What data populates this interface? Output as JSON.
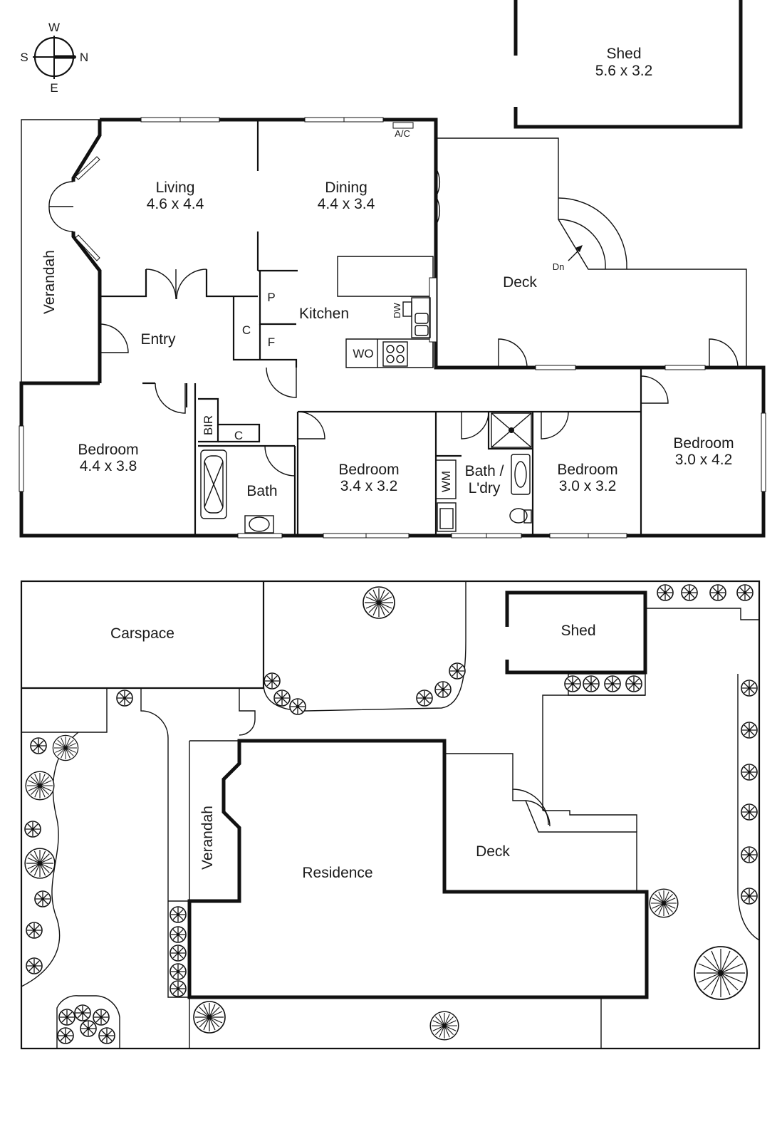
{
  "compass": {
    "north": "N",
    "south": "S",
    "east": "E",
    "west": "W"
  },
  "floor_plan": {
    "shed": {
      "name": "Shed",
      "size": "5.6 x 3.2"
    },
    "living": {
      "name": "Living",
      "size": "4.6 x 4.4"
    },
    "dining": {
      "name": "Dining",
      "size": "4.4 x 3.4"
    },
    "ac": "A/C",
    "deck": "Deck",
    "deck_down": "Dn",
    "verandah": "Verandah",
    "entry": "Entry",
    "kitchen": "Kitchen",
    "pantry": "P",
    "cupboard_c": "C",
    "fridge": "F",
    "dishwasher": "DW",
    "wall_oven": "WO",
    "bedroom_1": {
      "name": "Bedroom",
      "size": "4.4 x 3.8"
    },
    "bir": "BIR",
    "linen_c": "C",
    "bath": "Bath",
    "bedroom_2": {
      "name": "Bedroom",
      "size": "3.4 x 3.2"
    },
    "wm": "WM",
    "bath_laundry": {
      "line1": "Bath /",
      "line2": "L'dry"
    },
    "bedroom_3": {
      "name": "Bedroom",
      "size": "3.0 x 3.2"
    },
    "bedroom_4": {
      "name": "Bedroom",
      "size": "3.0 x 4.2"
    }
  },
  "site_plan": {
    "carspace": "Carspace",
    "shed": "Shed",
    "verandah": "Verandah",
    "residence": "Residence",
    "deck": "Deck"
  }
}
